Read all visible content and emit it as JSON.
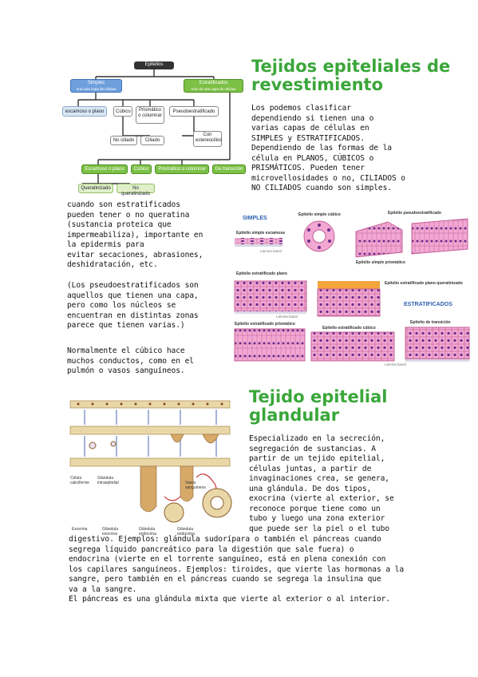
{
  "section1": {
    "title_line1": "Tejidos epiteliales de",
    "title_line2": "revestimiento",
    "intro": [
      "Los podemos clasificar",
      "dependiendo si tienen una o",
      "varias capas de células en",
      "SIMPLES y ESTRATIFICADOS.",
      "Dependiendo de las formas de la",
      "célula en PLANOS, CÚBICOS o",
      "PRISMÁTICOS. Pueden tener",
      "microvellosidades o no, CILIADOS o",
      "NO CILIADOS cuando son simples."
    ],
    "left_text": [
      "cuando son estratificados",
      "pueden tener o no queratina",
      "(sustancia proteica que",
      "impermeabiliza), importante en",
      "la epidermis para",
      "evitar secaciones, abrasiones,",
      "deshidratación, etc."
    ],
    "pseudo_text": [
      "(Los pseudoestratificados son",
      "aquellos que tienen una capa,",
      "pero como los núcleos se",
      "encuentran en distintas zonas",
      "parece que tienen varias.)"
    ],
    "cubic_text": [
      "Normalmente el cúbico hace",
      "muchos conductos, como en el",
      "pulmón o vasos sanguíneos."
    ]
  },
  "concept_map": {
    "root": "Epitelios",
    "simples": "Simples",
    "simples_sub": "una sola capa de células",
    "estratificados": "Estratificados",
    "estratificados_sub": "más de una capa de células",
    "escamoso": "escamoso o plano",
    "cubico": "Cúbico",
    "prismatico": "Prismático o columnar",
    "pseudo": "Pseudoestratificado",
    "no_ciliado": "No ciliado",
    "ciliado": "Ciliado",
    "con_estereocilios": "Con estereocilios",
    "e_escamoso": "Escamoso o plano",
    "e_cubico": "Cúbico",
    "e_prismatico": "Prismático o columnar",
    "e_transicion": "De transición",
    "queratinizado": "Queratinizado",
    "no_queratinizado": "No queratinizado"
  },
  "tissue_figure": {
    "simples": "SIMPLES",
    "estratificados": "ESTRATIFICADOS",
    "simple_cubico": "Epitelio simple cúbico",
    "pseudo": "Epitelio pseudoestratificado",
    "simple_escamosa": "Epitelio simple escamosa",
    "lamina1": "Lámina basal",
    "simple_prismatico": "Epitelio simple prismático",
    "estrat_plano": "Epitelio estratificado plano",
    "estrat_plano_queratinizado": "Epitelio estratificado plano queratinizado",
    "lamina2": "Lámina basal",
    "estrat_prismatico": "Epitelio estratificado prismático",
    "estrat_cubico": "Epitelio estratificado cúbico",
    "transicion": "Epitelio de transición",
    "lamina3": "Lámina basal"
  },
  "gland_figure": {
    "caliciforme": "Célula caliciforme",
    "intraepitelial": "Glándula intraepitelial",
    "vasos": "Vasos sanguíneos",
    "exocrina": "Exocrina",
    "g_exocrina": "Glándula exocrina",
    "g_endocrina1": "Glándula endocrina",
    "g_endocrina2": "Glándula endocrina"
  },
  "section2": {
    "title_line1": "Tejido epitelial",
    "title_line2": "glandular",
    "narrow_text": [
      "Especializado en la secreción,",
      "segregación de sustancias. A",
      "partir de un tejido epitelial,",
      "células juntas, a partir de",
      "invaginaciones crea, se genera,",
      "una glándula. De dos tipos,",
      "exocrina (vierte al exterior, se",
      "reconoce porque tiene como un",
      "tubo y luego una zona exterior",
      "que puede ser la piel o el tubo"
    ],
    "wide_text": [
      "digestivo. Ejemplos: glándula sudorípara o también el páncreas cuando",
      "segrega líquido pancreático para la digestión que sale fuera) o",
      "endocrina (vierte en el torrente sanguíneo, está en plena conexión con",
      "los capilares sanguíneos. Ejemplos: tiroides, que vierte las hormonas a la",
      "sangre, pero también en el páncreas cuando se segrega la insulina que",
      "va a la sangre.",
      "El páncreas es una glándula mixta que vierte al exterior o al interior."
    ]
  }
}
